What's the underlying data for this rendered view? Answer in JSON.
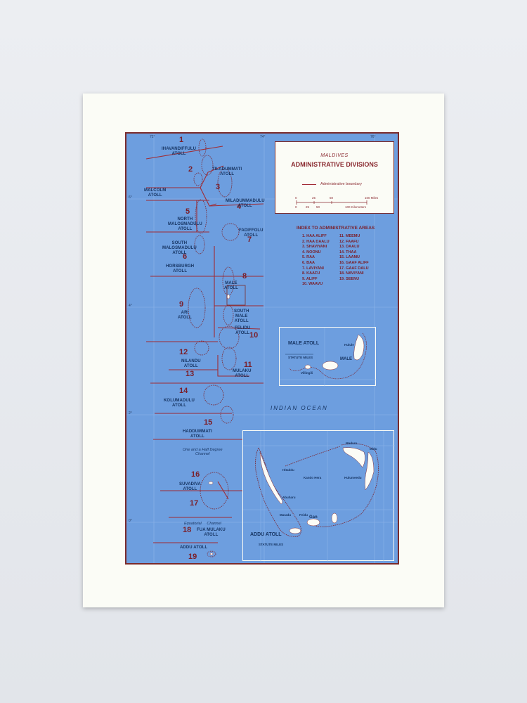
{
  "title": "MALDIVES",
  "subtitle": "ADMINISTRATIVE DIVISIONS",
  "legend": {
    "boundary_label": "Administrative boundary",
    "scale_miles": [
      "0",
      "25",
      "50",
      "100 Miles"
    ],
    "scale_km": [
      "0",
      "25",
      "50",
      "100 Kilometers"
    ]
  },
  "index": {
    "title": "INDEX TO ADMINISTRATIVE AREAS",
    "col1": [
      "1. HAA ALIFF",
      "2. HAA DAALU",
      "3. SHAVIYANI",
      "4. NOONU",
      "5. RAA",
      "6. BAA",
      "7. LAVIYANI",
      "8. KAAFU",
      "9. ALIFF",
      "10. WAAVU"
    ],
    "col2": [
      "11. MEEMU",
      "12. FAAFU",
      "13. DAALU",
      "14. THAA",
      "15. LAAMU",
      "16. GAAF ALIFF",
      "17. GAAF DALU",
      "18. NAVIYANI",
      "19. SEENU"
    ]
  },
  "numbers": [
    "1",
    "2",
    "3",
    "4",
    "5",
    "6",
    "7",
    "8",
    "9",
    "10",
    "11",
    "12",
    "13",
    "14",
    "15",
    "16",
    "17",
    "18",
    "19"
  ],
  "atolls": {
    "ihavandiffulu": "IHAVANDIFFULU\nATOLL",
    "tiladummati": "TILADUMMATI\nATOLL",
    "malcolm": "MALCOLM\nATOLL",
    "miladummadulu": "MILADUMMADULU\nATOLL",
    "north_malosmadulu": "NORTH\nMALOSMADULU\nATOLL",
    "fadiffolu": "FADIFFOLU\nATOLL",
    "south_malosmadulu": "SOUTH\nMALOSMADULU\nATOLL",
    "horsburgh": "HORSBURGH\nATOLL",
    "male": "MALE\nATOLL",
    "ari": "ARI\nATOLL",
    "south_male": "SOUTH\nMALE\nATOLL",
    "felidu": "FELIDU\nATOLL",
    "nilandu": "NILANDU\nATOLL",
    "mulaku": "MULAKU\nATOLL",
    "kolumadulu": "KOLUMADULU\nATOLL",
    "haddummati": "HADDUMMATI\nATOLL",
    "suvadiva": "SUVADIVA\nATOLL",
    "fua_mulaku": "FUA MULAKU\nATOLL",
    "addu": "ADDU ATOLL"
  },
  "notes": {
    "channel1": "One and a Half Degree\nChannel",
    "channel2": "Equatorial     Channel",
    "ocean": "INDIAN    OCEAN"
  },
  "inset_male": {
    "title": "MALE ATOLL",
    "places": [
      "Hulule",
      "MALE",
      "Villingili"
    ],
    "scale": "STATUTE MILES"
  },
  "inset_addu": {
    "title": "ADDU ATOLL",
    "places": [
      "Maduru",
      "Midu",
      "Hitaddu",
      "Kando Hera",
      "Hulumeedu",
      "Abuharu",
      "Maradu",
      "Feidu",
      "Gan"
    ],
    "scale": "STATUTE MILES"
  },
  "degrees": {
    "lon_top": [
      "72°",
      "74°",
      "76°"
    ],
    "lat": [
      "6°",
      "4°",
      "2°",
      "0°"
    ]
  },
  "colors": {
    "sea": "#6d9edf",
    "frame": "#7a2b2b",
    "boundary": "#a02b33",
    "label": "#173563"
  }
}
